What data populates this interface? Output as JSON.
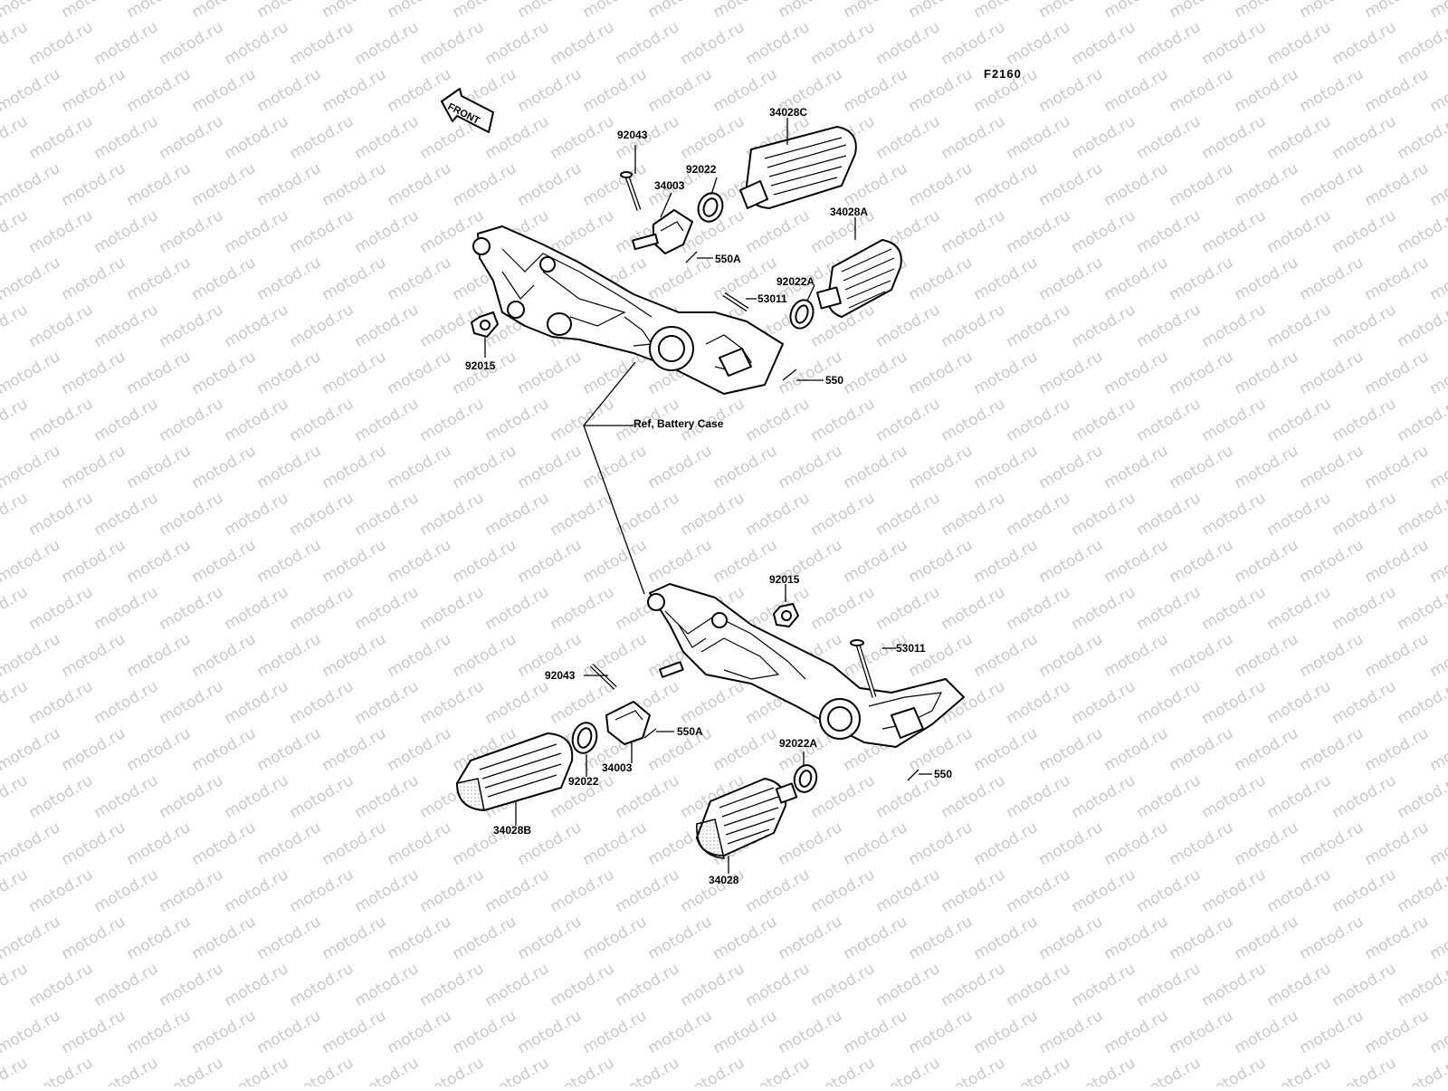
{
  "figure_code": "F2160",
  "front_label": "FRONT",
  "watermark": "motod.ru",
  "reference_label": "Ref, Battery Case",
  "callouts": {
    "top_92043": "92043",
    "top_34003": "34003",
    "top_92022": "92022",
    "top_34028C": "34028C",
    "top_550A": "550A",
    "top_34028A": "34028A",
    "top_92022A": "92022A",
    "top_53011": "53011",
    "top_92015": "92015",
    "top_550": "550",
    "bot_92015": "92015",
    "bot_53011": "53011",
    "bot_92043": "92043",
    "bot_550A": "550A",
    "bot_34003": "34003",
    "bot_92022": "92022",
    "bot_92022A": "92022A",
    "bot_550": "550",
    "bot_34028B": "34028B",
    "bot_34028": "34028"
  }
}
